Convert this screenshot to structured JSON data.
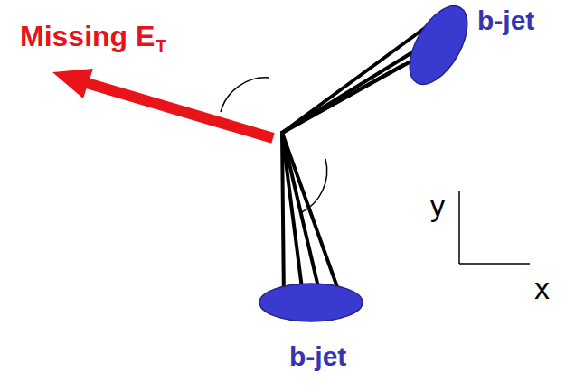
{
  "diagram": {
    "nodes": [
      {
        "text": [
          "b-jet"
        ]
      },
      {
        "text": [
          "b-jet"
        ]
      }
    ],
    "labels": [
      "Missing E",
      "T",
      "y",
      "x"
    ]
  }
}
